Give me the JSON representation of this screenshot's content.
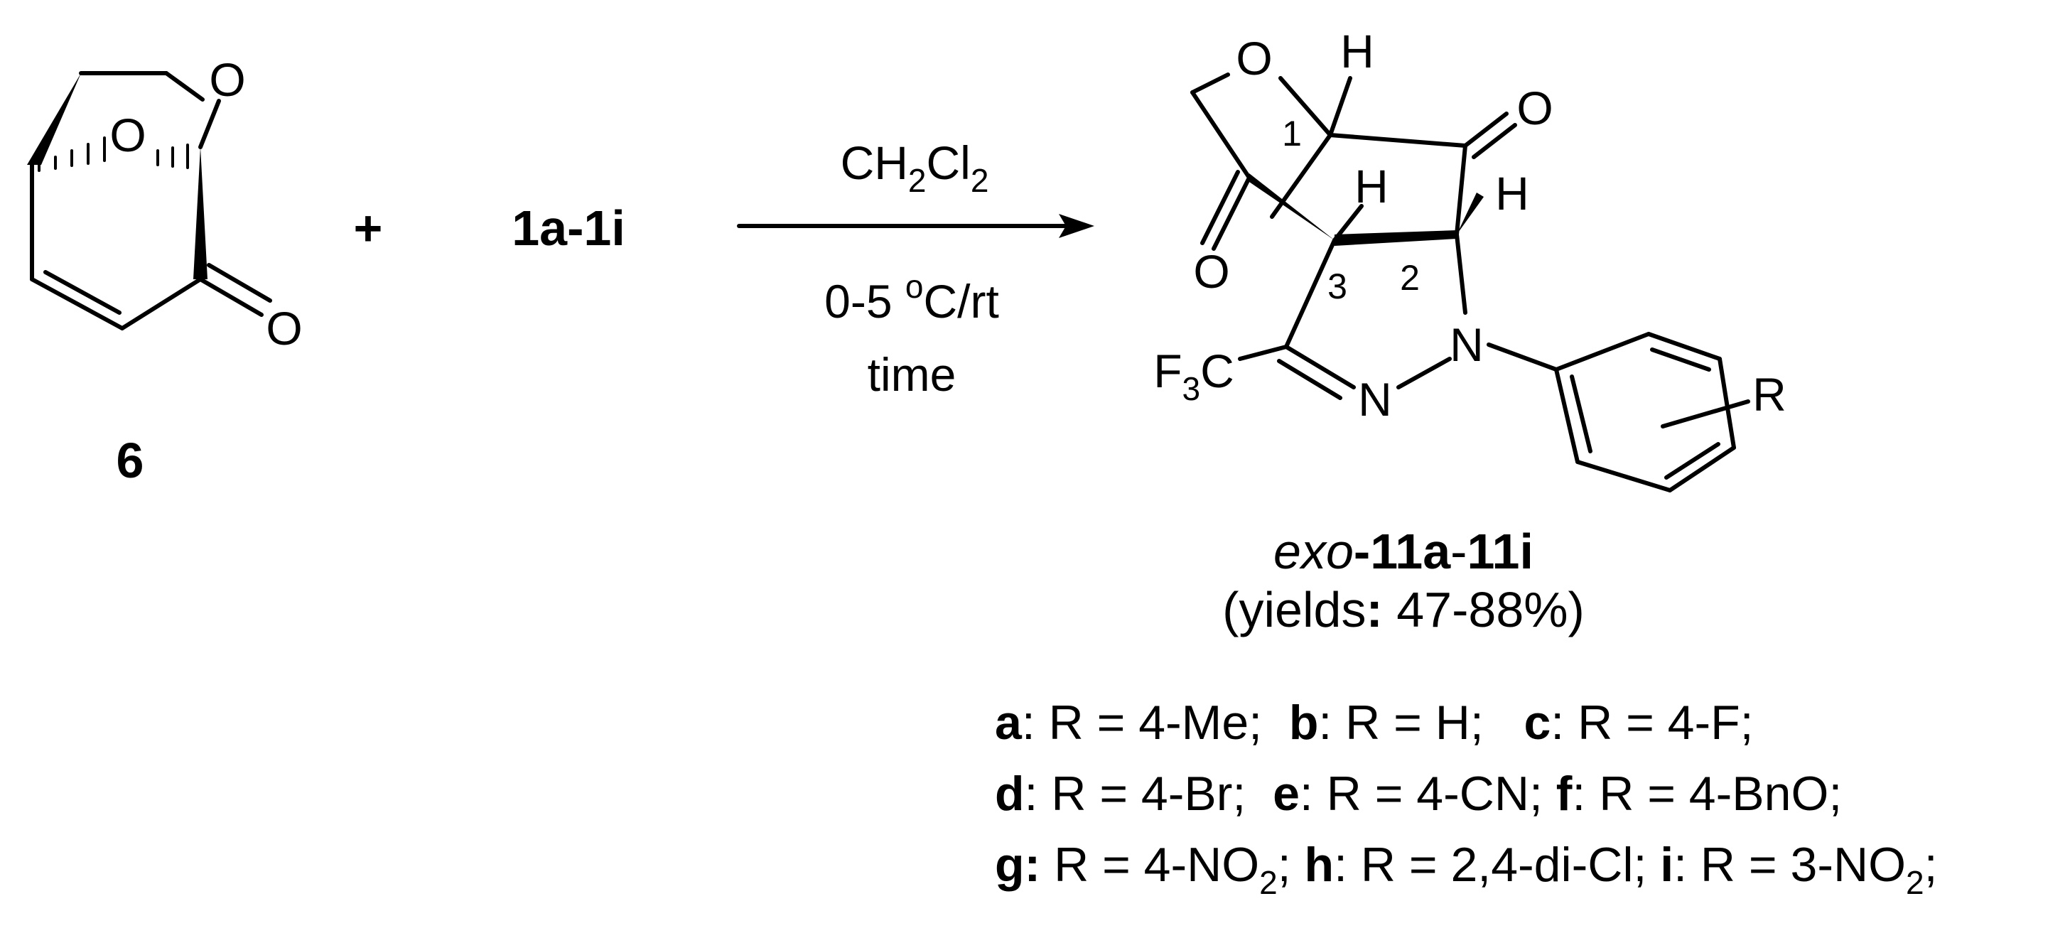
{
  "compound_6": {
    "label": "6",
    "atoms": {
      "o_bridge": "O",
      "o_ring": "O",
      "o_ketone": "O"
    }
  },
  "plus": "+",
  "reagent": "1a-1i",
  "conditions": {
    "solvent_main": "CH",
    "solvent_sub1": "2",
    "solvent_mid": "Cl",
    "solvent_sub2": "2",
    "temp_pre": "0-5 ",
    "temp_deg": "o",
    "temp_post": "C/rt",
    "time": "time"
  },
  "product": {
    "atoms": {
      "o_ring": "O",
      "o_ketone_right": "O",
      "o_ketone_left": "O",
      "h1": "H",
      "h3": "H",
      "h2": "H",
      "n1": "N",
      "n2": "N",
      "f": "F",
      "f_sub": "3",
      "c": "C",
      "r": "R"
    },
    "locants": {
      "c1": "1",
      "c2": "2",
      "c3": "3"
    },
    "name_italic": "exo",
    "name_bold": "-11a",
    "name_dash": "-",
    "name_bold2": "11i",
    "yield_open": "(yields",
    "yield_colon": ":",
    "yield_value": " 47-88%)"
  },
  "substituents": [
    [
      {
        "key": "a",
        "text": ": R = 4-Me;  "
      },
      {
        "key": "b",
        "text": ": R = H;   "
      },
      {
        "key": "c",
        "text": ": R = 4-F;"
      }
    ],
    [
      {
        "key": "d",
        "text": ": R = 4-Br;  "
      },
      {
        "key": "e",
        "text": ": R = 4-CN; "
      },
      {
        "key": "f",
        "text": ": R = 4-BnO;"
      }
    ],
    [
      {
        "key": "g:",
        "text": " R = 4-NO",
        "sub": "2",
        "tail": "; "
      },
      {
        "key": "h",
        "text": ": R = 2,4-di-Cl; "
      },
      {
        "key": "i",
        "text": ": R = 3-NO",
        "sub": "2",
        "tail": ";"
      }
    ]
  ]
}
